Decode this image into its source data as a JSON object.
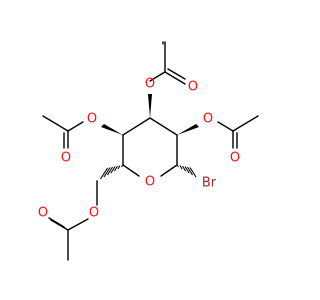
{
  "colors": {
    "bond": "#000000",
    "oxygen": "#ff0d0d",
    "bromine": "#a52a2a",
    "background": "#ffffff"
  },
  "atoms": {
    "ring_o": "O",
    "br": "Br",
    "o_ac3": "O",
    "o_ac3_carbonyl": "O",
    "o_ac2": "O",
    "o_ac2_carbonyl": "O",
    "o_ac4": "O",
    "o_ac4_carbonyl": "O",
    "o_ac6": "O",
    "o_ac6_carbonyl": "O"
  }
}
